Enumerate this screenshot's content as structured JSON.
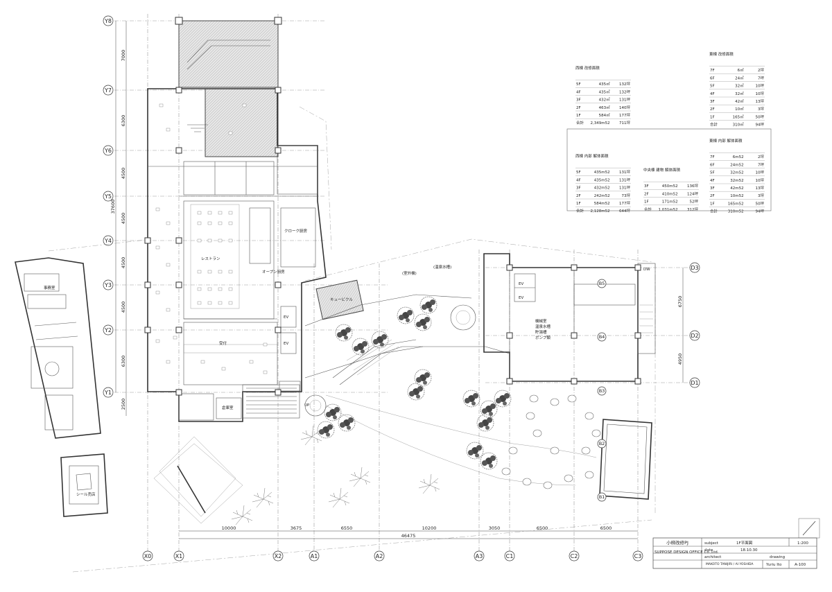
{
  "grid": {
    "rows": [
      "Y8",
      "Y7",
      "Y6",
      "Y5",
      "Y4",
      "Y3",
      "Y2",
      "Y1"
    ],
    "cols": [
      "X0",
      "X1",
      "X2",
      "A1",
      "A2",
      "A3",
      "C1",
      "C2",
      "C3"
    ],
    "east_rows": [
      "D3",
      "D2",
      "D1"
    ],
    "b_marks": [
      "B5",
      "B4",
      "B3",
      "B2",
      "B1"
    ]
  },
  "dims": {
    "vertical": [
      "7000",
      "6300",
      "4500",
      "4500",
      "4500",
      "4500",
      "6300",
      "2500"
    ],
    "vertical_total": "37600",
    "east_vertical": [
      "6750",
      "4950"
    ],
    "horizontal": [
      "10000",
      "3675",
      "6550",
      "10200",
      "3050",
      "6500",
      "6500"
    ],
    "horizontal_total": "46475"
  },
  "rooms": {
    "restaurant": "レストラン",
    "open_kitchen": "オープン厨房",
    "cloak": "クローク厨房",
    "cube": "キュービクル",
    "outdoor_unit": "(室外機)",
    "hot_spring_tank": "(温泉水槽)",
    "machine_room": [
      "機械室",
      "温泉水槽",
      "貯湯槽",
      "ポンプ類"
    ],
    "seal_shop": "シール売店",
    "office": "事務室",
    "ev": "EV",
    "dw": "DW",
    "up": "UP",
    "reception": "受付",
    "warehouse": "倉庫室"
  },
  "tables": {
    "west_area": {
      "title": "西棟 改修面積",
      "rows": [
        [
          "5F",
          "435㎡",
          "132坪"
        ],
        [
          "4F",
          "435㎡",
          "132坪"
        ],
        [
          "3F",
          "432㎡",
          "131坪"
        ],
        [
          "2F",
          "463㎡",
          "140坪"
        ],
        [
          "1F",
          "584㎡",
          "177坪"
        ]
      ],
      "total": [
        "合計",
        "2,349m52",
        "711坪"
      ]
    },
    "east_area": {
      "title": "東棟 改修面積",
      "rows": [
        [
          "7F",
          "6㎡",
          "2坪"
        ],
        [
          "6F",
          "24㎡",
          "7坪"
        ],
        [
          "5F",
          "32㎡",
          "10坪"
        ],
        [
          "4F",
          "32㎡",
          "10坪"
        ],
        [
          "3F",
          "42㎡",
          "13坪"
        ],
        [
          "2F",
          "10㎡",
          "3坪"
        ],
        [
          "1F",
          "165㎡",
          "50坪"
        ]
      ],
      "total": [
        "合計",
        "310㎡",
        "94坪"
      ]
    },
    "west_demo": {
      "title": "西棟 内部 解体面積",
      "rows": [
        [
          "5F",
          "435m52",
          "131坪"
        ],
        [
          "4F",
          "435m52",
          "131坪"
        ],
        [
          "3F",
          "432m52",
          "131坪"
        ],
        [
          "2F",
          "242m52",
          "73坪"
        ],
        [
          "1F",
          "584m52",
          "177坪"
        ]
      ],
      "total": [
        "合計",
        "2,128m52",
        "644坪"
      ]
    },
    "central_demo": {
      "title": "中央棟 建物 解体面積",
      "rows": [
        [
          "3F",
          "450m52",
          "136坪"
        ],
        [
          "2F",
          "410m52",
          "124坪"
        ],
        [
          "1F",
          "171m52",
          "52坪"
        ]
      ],
      "total": [
        "合計",
        "1,031m52",
        "312坪"
      ]
    },
    "east_demo": {
      "title": "東棟 内部 解体面積",
      "rows": [
        [
          "7F",
          "6m52",
          "2坪"
        ],
        [
          "6F",
          "24m52",
          "7坪"
        ],
        [
          "5F",
          "32m52",
          "10坪"
        ],
        [
          "4F",
          "32m52",
          "10坪"
        ],
        [
          "3F",
          "42m52",
          "13坪"
        ],
        [
          "2F",
          "10m52",
          "3坪"
        ],
        [
          "1F",
          "165m52",
          "50坪"
        ]
      ],
      "total": [
        "合計",
        "310m52",
        "94坪"
      ]
    }
  },
  "title_block": {
    "project": "小柳改修PJ",
    "subject_label": "subject",
    "subject": "1F平面図",
    "scale": "1:200",
    "office": "SUPPOSE DESIGN OFFICE Co.,Ltd.",
    "date_label": "date",
    "date": "18.10.30",
    "architect_label": "architect",
    "drawing_label": "drawing",
    "names": "MAKOTO TANIJIRI / AI YOSHIDA",
    "checked": "Yuriu Ito",
    "sheet": "A-100"
  },
  "colors": {
    "ink": "#222222",
    "grid": "#9a9a9a",
    "hatch": "#bdbdbd"
  }
}
